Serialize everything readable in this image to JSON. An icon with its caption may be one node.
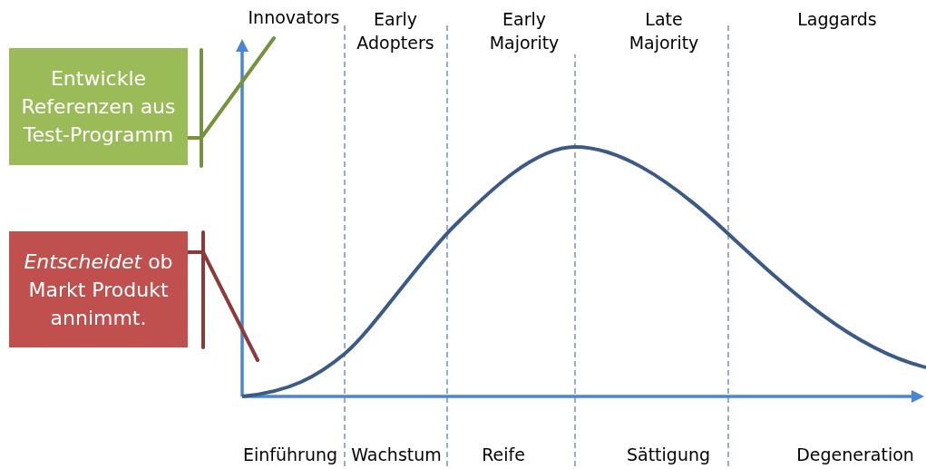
{
  "diagram": {
    "nodes": [
      {
        "text": [
          "Entwickle Referenzen aus Test-Programm"
        ]
      },
      {
        "text": [
          "*Entscheidet* ob Markt Produkt annimmt."
        ]
      },
      {
        "text": [
          "Innovators"
        ]
      }
    ],
    "edges": [
      {
        "from": 0,
        "to": 2,
        "arrow": "none",
        "color": "#76923c"
      },
      {
        "from": 1,
        "to": null,
        "arrow": "none",
        "color": "#8c3b3b"
      }
    ],
    "labels": [
      "Early Adopters",
      "Early Majority",
      "Late Majority",
      "Laggards",
      "Einführung",
      "Wachstum",
      "Reife",
      "Sättigung",
      "Degeneration"
    ]
  }
}
